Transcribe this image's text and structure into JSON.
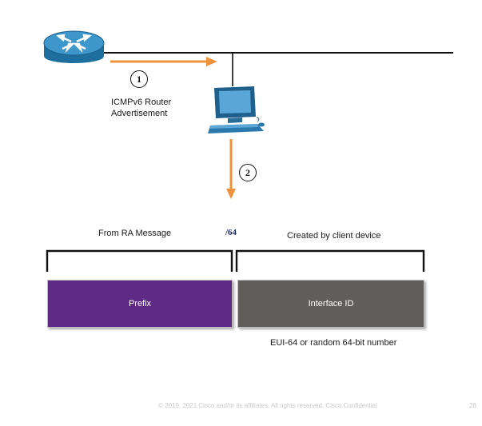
{
  "steps": {
    "step1": "1",
    "step2": "2"
  },
  "router_label": {
    "line1": "ICMPv6 Router",
    "line2": "Advertisement"
  },
  "address": {
    "from_label": "From RA Message",
    "prefix_length": "/64",
    "created_label": "Created by client device",
    "prefix_block": "Prefix",
    "interface_block": "Interface ID",
    "interface_note": "EUI-64 or random 64-bit number"
  },
  "footer": {
    "copyright": "© 2019, 2021  Cisco and/or its affiliates. All rights reserved.   Cisco Confidential",
    "page_number": "28"
  },
  "colors": {
    "prefix": "#5e2a84",
    "interface": "#605d5b",
    "arrow": "#f0913c",
    "router": "#2a7fb0"
  },
  "icons": [
    "router-icon",
    "pc-icon"
  ]
}
